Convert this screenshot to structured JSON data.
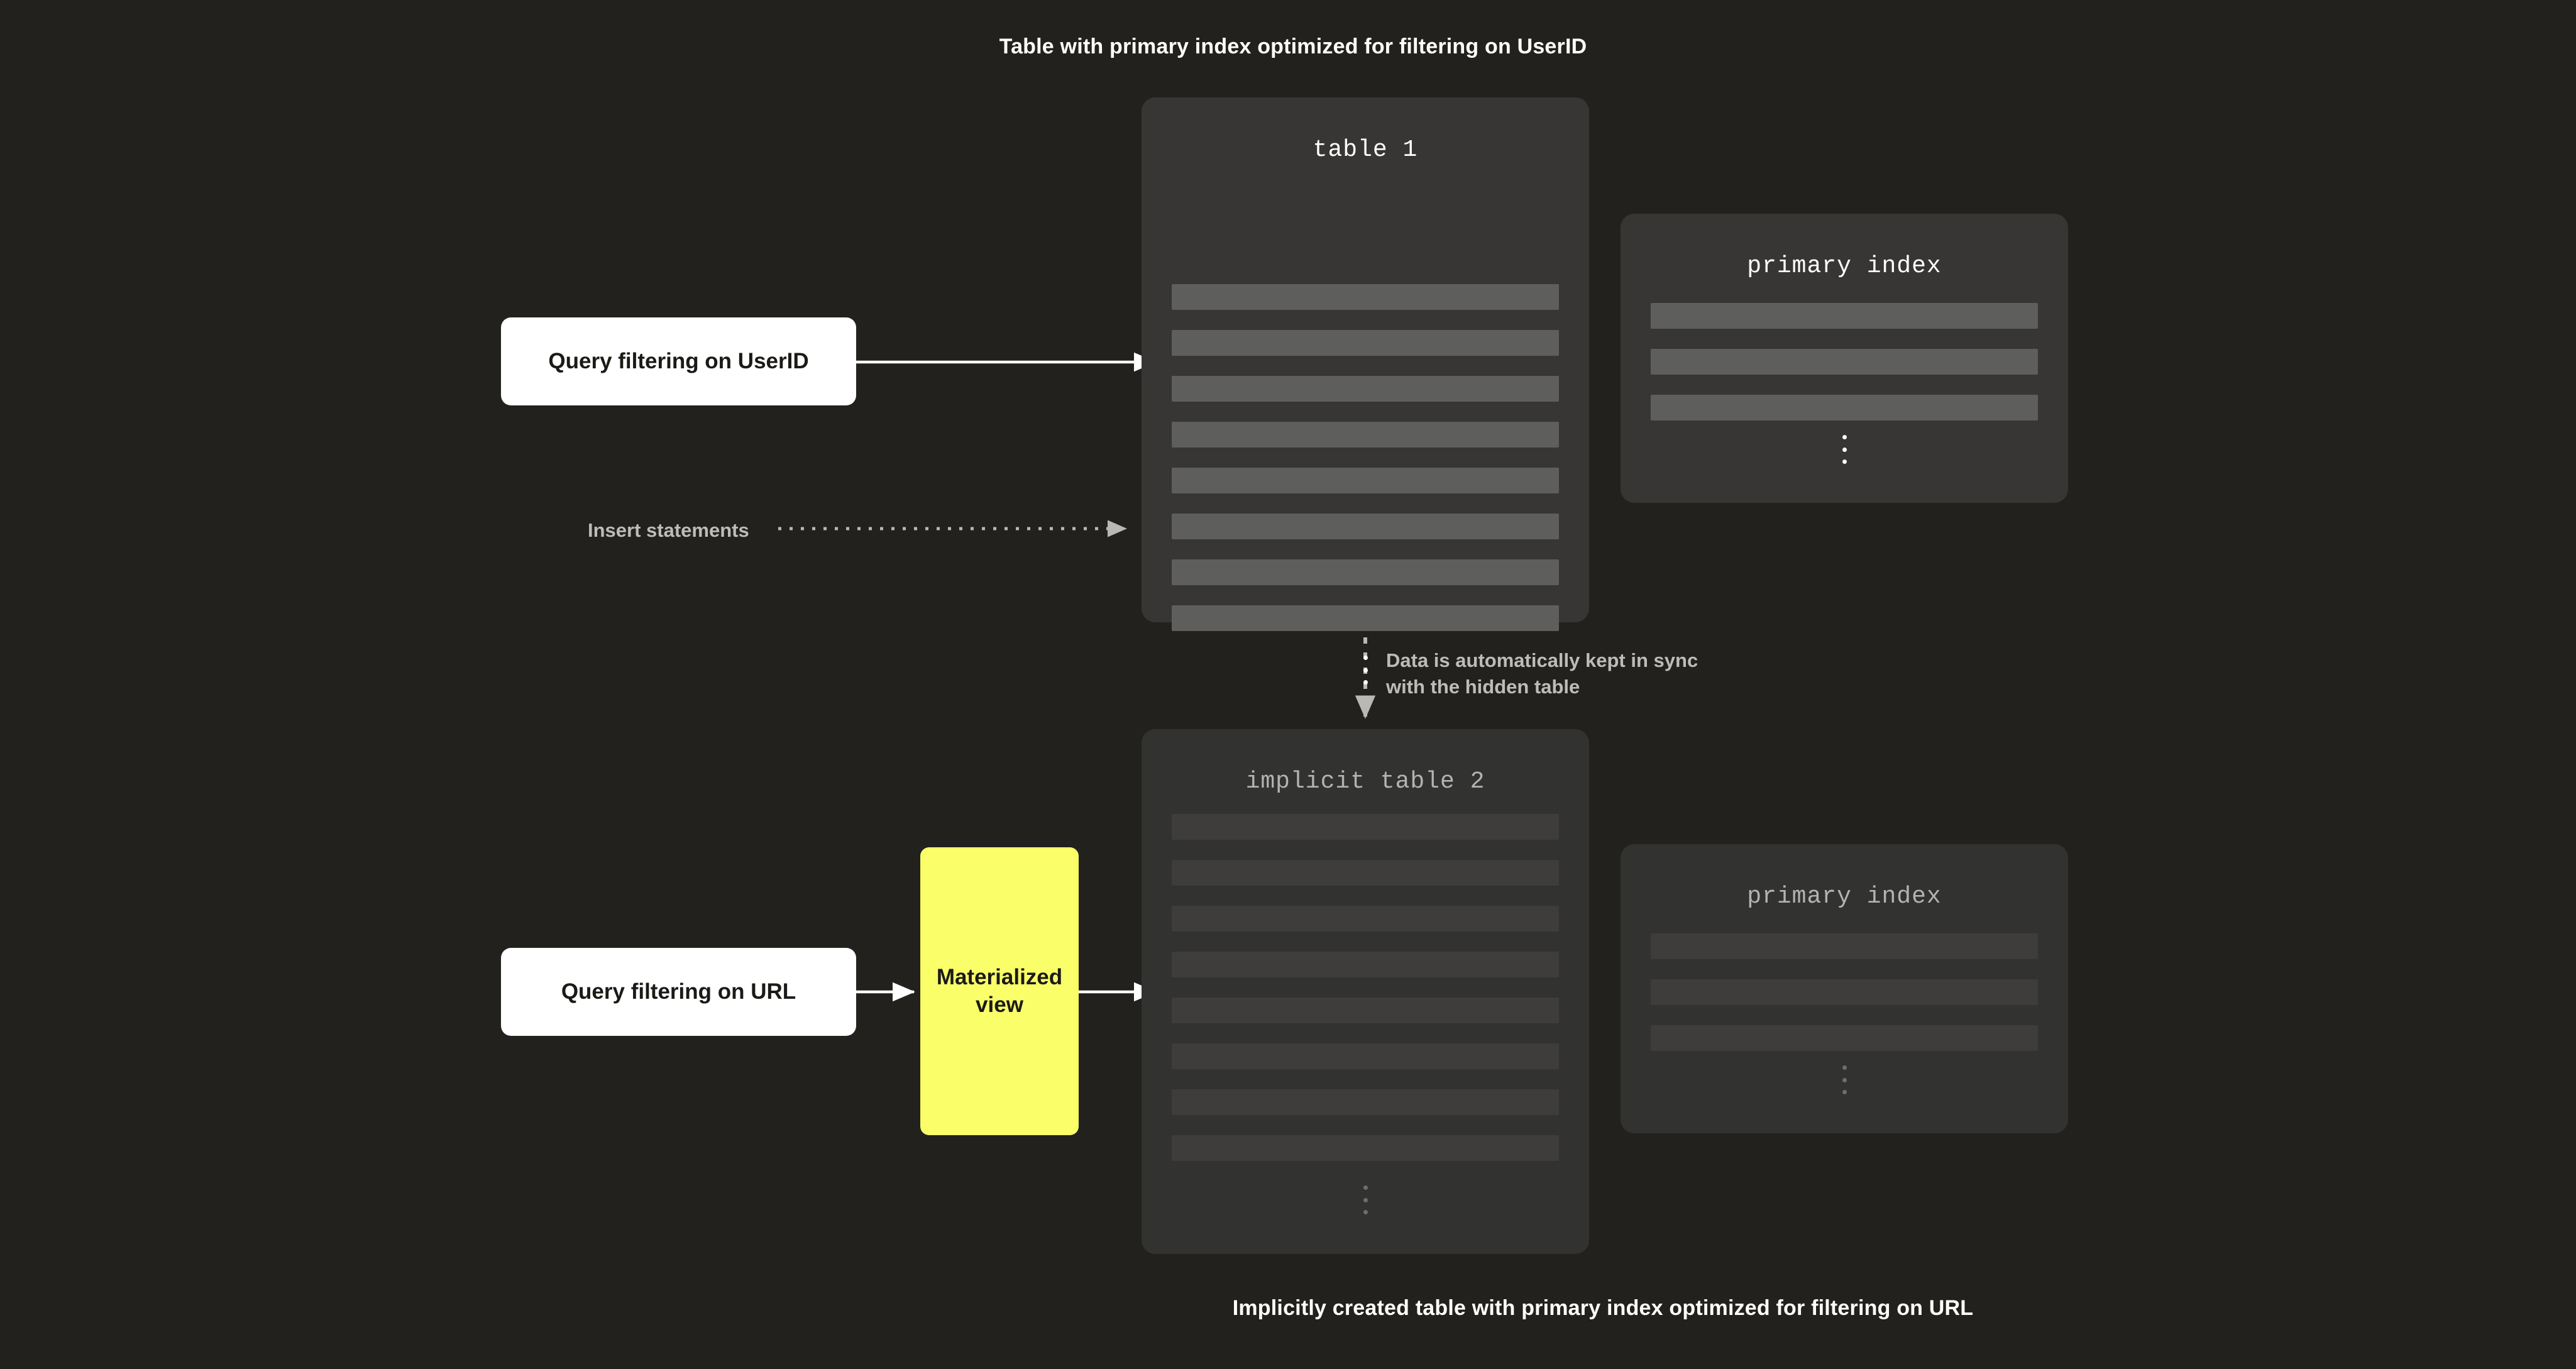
{
  "captions": {
    "top": "Table with primary index optimized for filtering on UserID",
    "bottom": "Implicitly created table with primary index optimized for filtering on URL"
  },
  "colors": {
    "background": "#22211D",
    "panel_strong": "#373634",
    "panel_dim": "#323230",
    "row_strong": "#5E5E5C",
    "row_dim": "#3E3D3B",
    "accent_yellow": "#FAFF69",
    "query_box": "#FFFFFF",
    "arrow_solid": "#FFFFFF",
    "arrow_dashed": "#B8B8B6",
    "text_dim": "#BCBCBA"
  },
  "panels": {
    "table1": {
      "title": "table 1",
      "row_count": 8,
      "ellipsis": "vertical-ellipsis"
    },
    "primary_index_1": {
      "title": "primary index",
      "row_count": 3,
      "ellipsis": "vertical-ellipsis"
    },
    "table2": {
      "title": "implicit table 2",
      "row_count": 8,
      "ellipsis": "vertical-ellipsis"
    },
    "primary_index_2": {
      "title": "primary index",
      "row_count": 3,
      "ellipsis": "vertical-ellipsis"
    }
  },
  "nodes": {
    "query_userid": "Query filtering on UserID",
    "query_url": "Query filtering on URL",
    "materialized_view": "Materialized\nview"
  },
  "connectors": {
    "insert_statements": "Insert statements",
    "sync_note": "Data is automatically kept in sync\nwith the hidden table"
  }
}
